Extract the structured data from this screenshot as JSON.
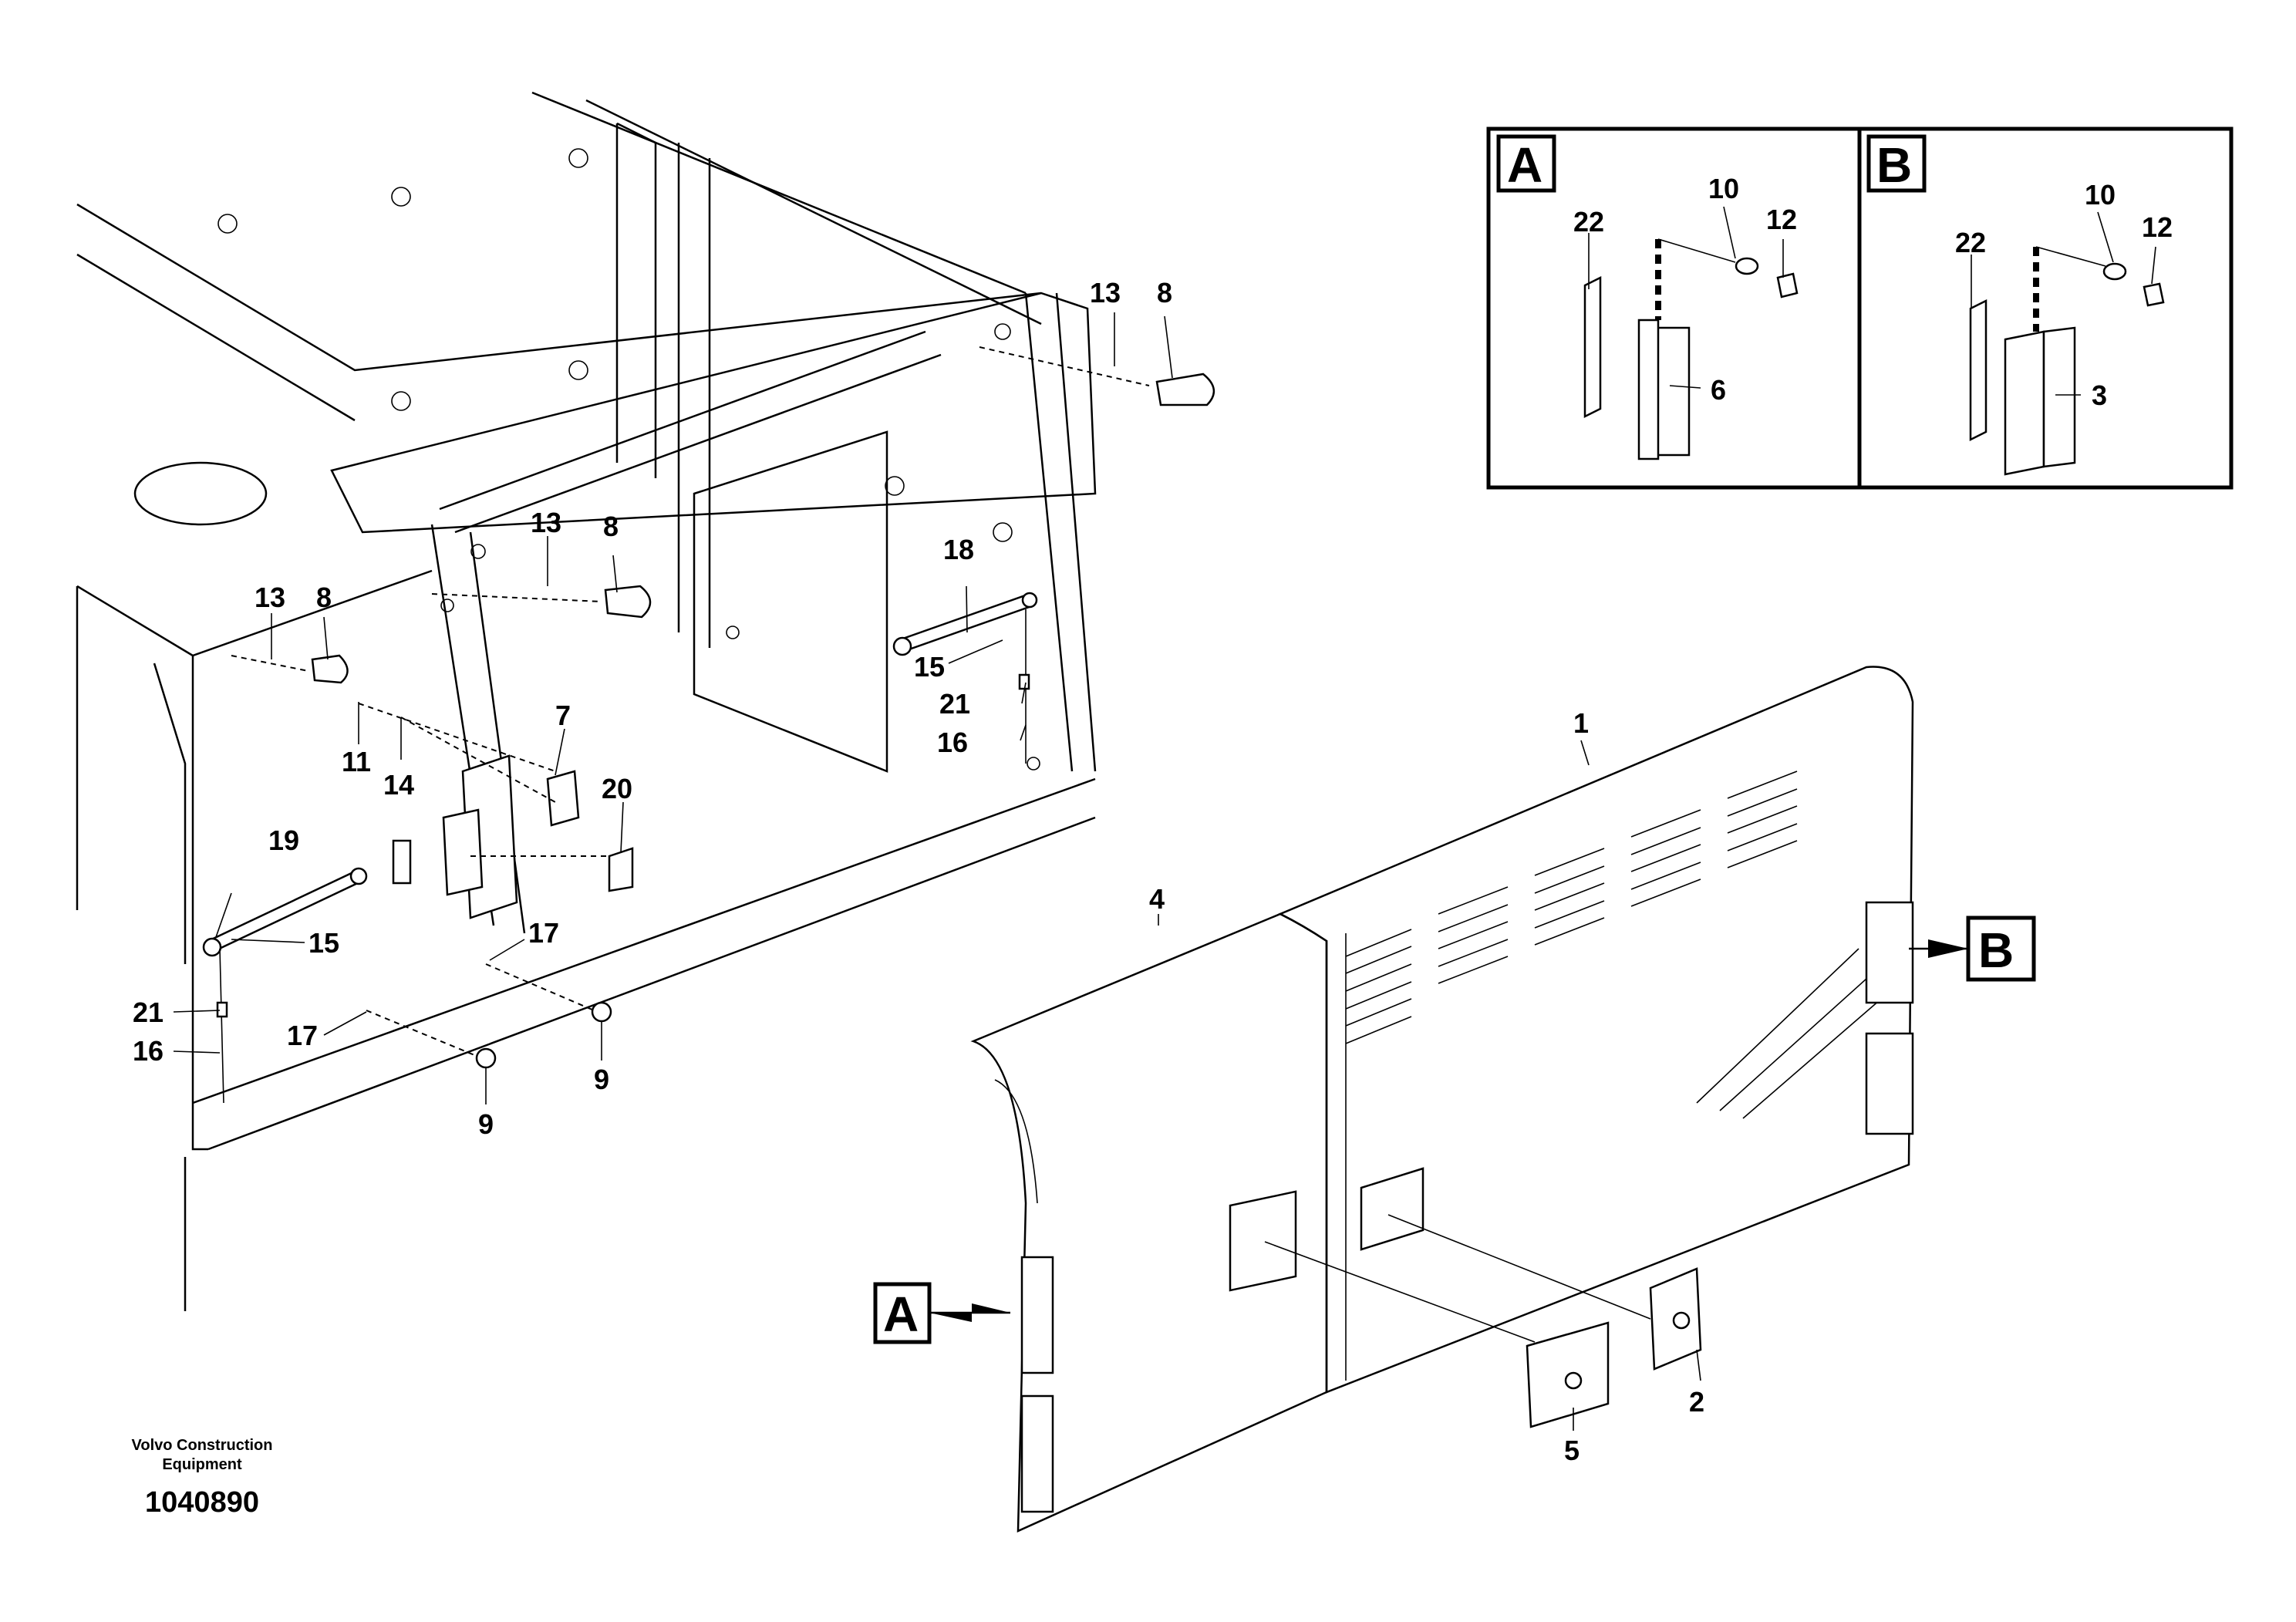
{
  "callouts": {
    "c1": "1",
    "c2": "2",
    "c3": "3",
    "c4": "4",
    "c5": "5",
    "c6": "6",
    "c7": "7",
    "c8": "8",
    "c9": "9",
    "c10": "10",
    "c11": "11",
    "c12": "12",
    "c13": "13",
    "c14": "14",
    "c15": "15",
    "c16": "16",
    "c17": "17",
    "c18": "18",
    "c19": "19",
    "c20": "20",
    "c21": "21",
    "c22": "22"
  },
  "detail_views": {
    "a": "A",
    "b": "B"
  },
  "footer": {
    "manufacturer_line1": "Volvo Construction",
    "manufacturer_line2": "Equipment",
    "drawing_number": "1040890"
  }
}
